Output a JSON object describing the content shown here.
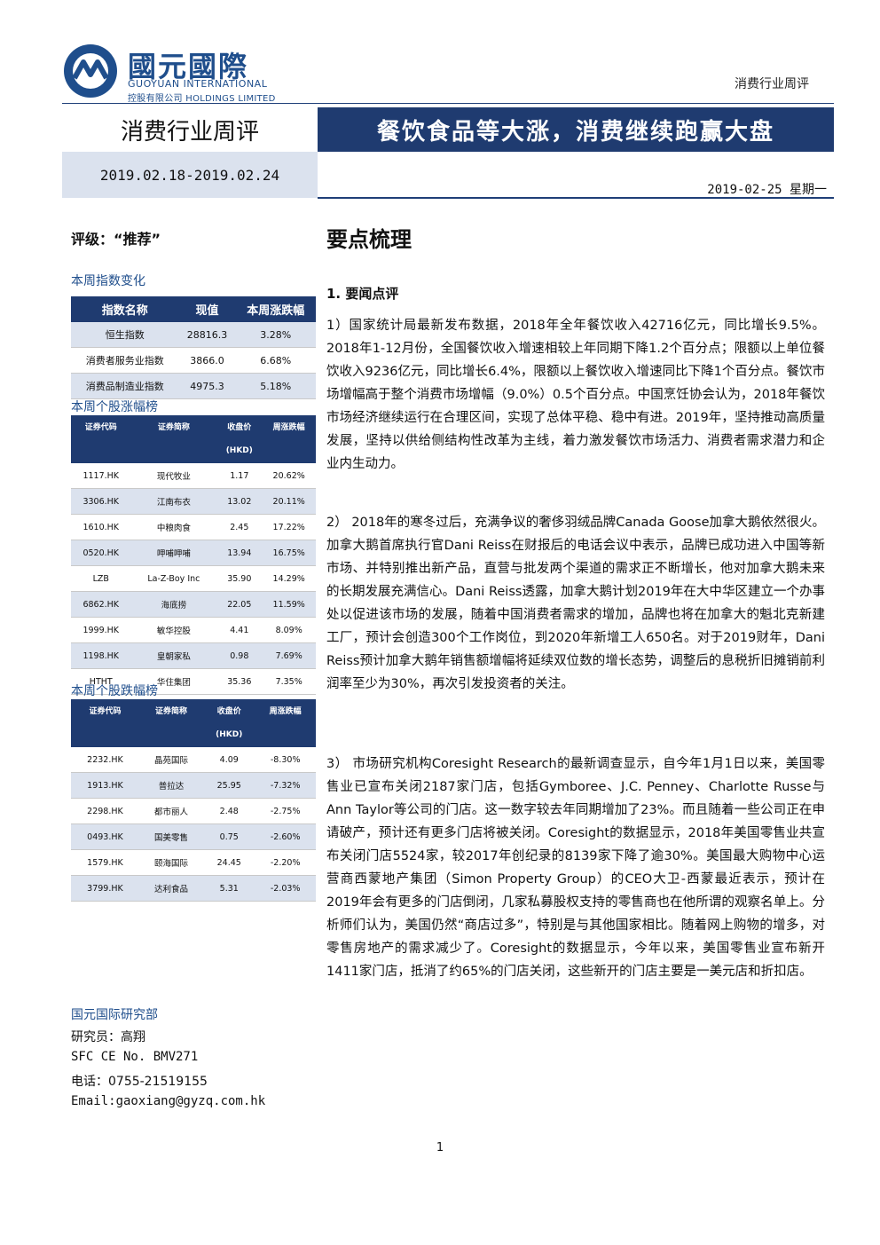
{
  "header": {
    "logo_cn": "國元國際",
    "logo_en1": "GUOYUAN INTERNATIONAL",
    "logo_en2": "控股有限公司 HOLDINGS LIMITED",
    "report_type": "消费行业周评",
    "band_left": "消费行业周评",
    "band_right": "餐饮食品等大涨，消费继续跑赢大盘",
    "period": "2019.02.18-2019.02.24",
    "date": "2019-02-25 星期一"
  },
  "left": {
    "rating": "评级：“推荐”",
    "index_title": "本周指数变化",
    "index_table": {
      "headers": [
        "指数名称",
        "现值",
        "本周涨跌幅"
      ],
      "rows": [
        [
          "恒生指数",
          "28816.3",
          "3.28%"
        ],
        [
          "消费者服务业指数",
          "3866.0",
          "6.68%"
        ],
        [
          "消费品制造业指数",
          "4975.3",
          "5.18%"
        ]
      ]
    },
    "gainers_title": "本周个股涨幅榜",
    "gainers_table": {
      "headers": [
        "证券代码",
        "证券简称",
        "收盘价",
        "周涨跌幅"
      ],
      "price_unit": "(HKD)",
      "rows": [
        [
          "1117.HK",
          "现代牧业",
          "1.17",
          "20.62%"
        ],
        [
          "3306.HK",
          "江南布衣",
          "13.02",
          "20.11%"
        ],
        [
          "1610.HK",
          "中粮肉食",
          "2.45",
          "17.22%"
        ],
        [
          "0520.HK",
          "呷哺呷哺",
          "13.94",
          "16.75%"
        ],
        [
          "LZB",
          "La-Z-Boy Inc",
          "35.90",
          "14.29%"
        ],
        [
          "6862.HK",
          "海底捞",
          "22.05",
          "11.59%"
        ],
        [
          "1999.HK",
          "敏华控股",
          "4.41",
          "8.09%"
        ],
        [
          "1198.HK",
          "皇朝家私",
          "0.98",
          "7.69%"
        ],
        [
          "HTHT",
          "华住集团",
          "35.36",
          "7.35%"
        ]
      ]
    },
    "losers_title": "本周个股跌幅榜",
    "losers_table": {
      "headers": [
        "证券代码",
        "证券简称",
        "收盘价",
        "周涨跌幅"
      ],
      "price_unit": "(HKD)",
      "rows": [
        [
          "2232.HK",
          "晶苑国际",
          "4.09",
          "-8.30%"
        ],
        [
          "1913.HK",
          "普拉达",
          "25.95",
          "-7.32%"
        ],
        [
          "2298.HK",
          "都市丽人",
          "2.48",
          "-2.75%"
        ],
        [
          "0493.HK",
          "国美零售",
          "0.75",
          "-2.60%"
        ],
        [
          "1579.HK",
          "颐海国际",
          "24.45",
          "-2.20%"
        ],
        [
          "3799.HK",
          "达利食品",
          "5.31",
          "-2.03%"
        ]
      ]
    },
    "dept": "国元国际研究部",
    "analyst": "研究员：高翔",
    "sfc": "SFC CE No. BMV271",
    "phone": "电话：0755-21519155",
    "email": "Email:gaoxiang@gyzq.com.hk"
  },
  "main": {
    "title": "要点梳理",
    "subtitle": "1. 要闻点评",
    "paragraphs": [
      "1）国家统计局最新发布数据，2018年全年餐饮收入42716亿元，同比增长9.5%。2018年1-12月份，全国餐饮收入增速相较上年同期下降1.2个百分点；限额以上单位餐饮收入9236亿元，同比增长6.4%，限额以上餐饮收入增速同比下降1个百分点。餐饮市场增幅高于整个消费市场增幅（9.0%）0.5个百分点。中国烹饪协会认为，2018年餐饮市场经济继续运行在合理区间，实现了总体平稳、稳中有进。2019年，坚持推动高质量发展，坚持以供给侧结构性改革为主线，着力激发餐饮市场活力、消费者需求潜力和企业内生动力。",
      "2） 2018年的寒冬过后，充满争议的奢侈羽绒品牌Canada Goose加拿大鹅依然很火。加拿大鹅首席执行官Dani Reiss在财报后的电话会议中表示，品牌已成功进入中国等新市场、并特别推出新产品，直营与批发两个渠道的需求正不断增长，他对加拿大鹅未来的长期发展充满信心。Dani Reiss透露，加拿大鹅计划2019年在大中华区建立一个办事处以促进该市场的发展，随着中国消费者需求的增加，品牌也将在加拿大的魁北克新建工厂，预计会创造300个工作岗位，到2020年新增工人650名。对于2019财年，Dani Reiss预计加拿大鹅年销售额增幅将延续双位数的增长态势，调整后的息税折旧摊销前利润率至少为30%，再次引发投资者的关注。",
      "3） 市场研究机构Coresight Research的最新调查显示，自今年1月1日以来，美国零售业已宣布关闭2187家门店，包括Gymboree、J.C. Penney、Charlotte Russe与Ann Taylor等公司的门店。这一数字较去年同期增加了23%。而且随着一些公司正在申请破产，预计还有更多门店将被关闭。Coresight的数据显示，2018年美国零售业共宣布关闭门店5524家，较2017年创纪录的8139家下降了逾30%。美国最大购物中心运营商西蒙地产集团（Simon Property Group）的CEO大卫-西蒙最近表示，预计在2019年会有更多的门店倒闭，几家私募股权支持的零售商也在他所谓的观察名单上。分析师们认为，美国仍然“商店过多”，特别是与其他国家相比。随着网上购物的增多，对零售房地产的需求减少了。Coresight的数据显示，今年以来，美国零售业宣布新开1411家门店，抵消了约65%的门店关闭，这些新开的门店主要是一美元店和折扣店。"
    ]
  },
  "footer": {
    "page": "1"
  }
}
